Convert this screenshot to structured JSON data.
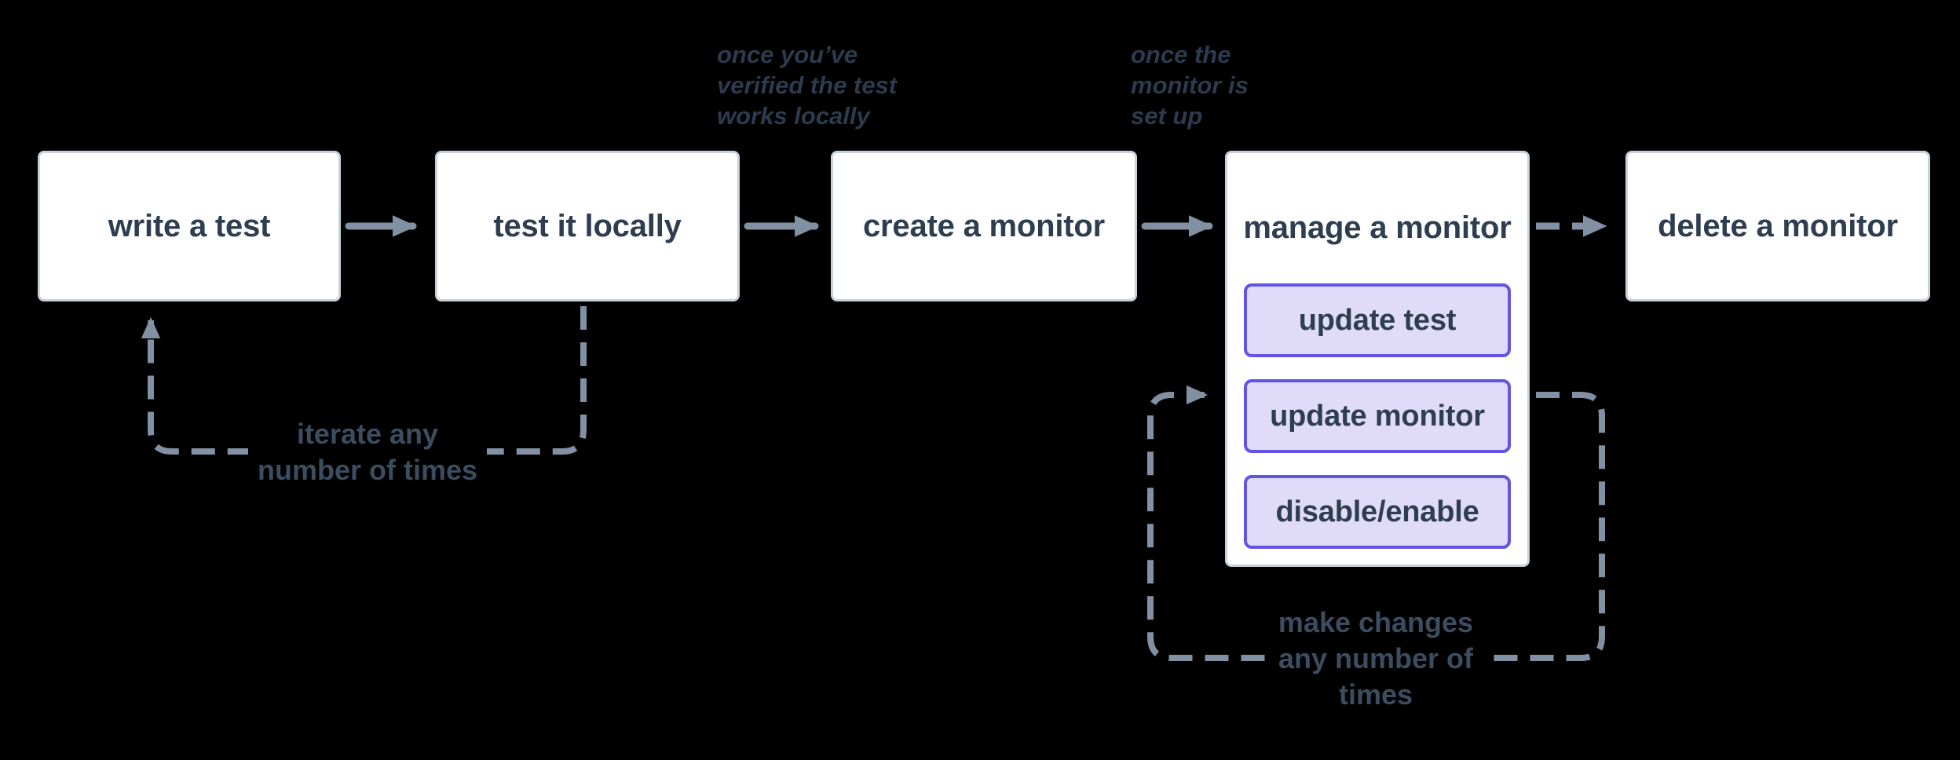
{
  "diagram": {
    "background": "#000000",
    "boxes": [
      {
        "id": "write-a-test",
        "label": "write a test"
      },
      {
        "id": "test-it-locally",
        "label": "test it locally"
      },
      {
        "id": "create-a-monitor",
        "label": "create a monitor"
      },
      {
        "id": "manage-a-monitor",
        "label": "manage a monitor",
        "buttons": [
          {
            "label": "update test"
          },
          {
            "label": "update monitor"
          },
          {
            "label": "disable/enable"
          }
        ]
      },
      {
        "id": "delete-a-monitor",
        "label": "delete a monitor"
      }
    ],
    "annotations": [
      {
        "id": "once-verified",
        "lines": [
          "once you’ve",
          "verified the test",
          "works locally"
        ]
      },
      {
        "id": "once-set-up",
        "lines": [
          "once the",
          "monitor is",
          "set up"
        ]
      }
    ],
    "loop_labels": [
      {
        "id": "iterate-loop",
        "lines": [
          "iterate any",
          "number of times"
        ]
      },
      {
        "id": "make-changes-loop",
        "lines": [
          "make changes",
          "any number of",
          "times"
        ]
      }
    ],
    "colors": {
      "box_fill": "#ffffff",
      "box_border": "#c7d2dd",
      "box_text": "#2e3e50",
      "button_fill": "#e0dbf8",
      "button_border": "#6355e3",
      "arrow": "#8191a3",
      "annotation_text": "#2c3b4e",
      "loop_label_text": "#3c4d60"
    }
  }
}
